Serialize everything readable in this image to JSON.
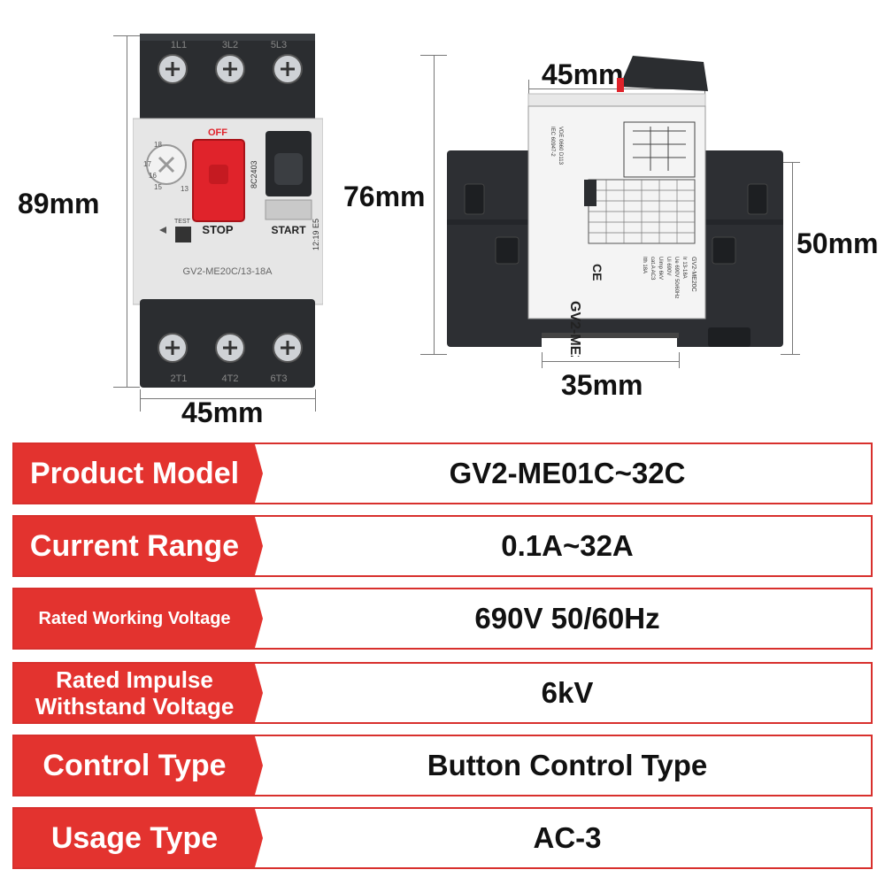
{
  "dimensions": {
    "front_height": "89mm",
    "front_width": "45mm",
    "side_top_width": "45mm",
    "side_height": "76mm",
    "side_right_height": "50mm",
    "side_rail_width": "35mm"
  },
  "front_device": {
    "terminals_top": [
      "1L1",
      "3L2",
      "5L3"
    ],
    "terminals_bottom": [
      "2T1",
      "4T2",
      "6T3"
    ],
    "off_label": "OFF",
    "stop_label": "STOP",
    "start_label": "START",
    "test_label": "TEST",
    "dial_numbers": [
      "18",
      "17",
      "16",
      "15",
      "13"
    ],
    "side_code": "8C2403",
    "date_code": "12:19 E5",
    "model_text": "GV2-ME20C/13-18A"
  },
  "side_device": {
    "model_text": "GV2-ME20C",
    "ce_mark": "CE",
    "spec_lines": [
      "GV2-ME20C",
      "Ir 13-18A",
      "Ue 690V 50/60Hz",
      "Ui 690V",
      "Uimp 6kV",
      "cat.A AC3",
      "Ith 18A"
    ],
    "standard_lines": [
      "VDE 0660 D113",
      "IEC 60947-2"
    ]
  },
  "specs": [
    {
      "label": "Product Model",
      "value": "GV2-ME01C~32C"
    },
    {
      "label": "Current Range",
      "value": "0.1A~32A"
    },
    {
      "label": "Rated Working Voltage",
      "value": "690V 50/60Hz"
    },
    {
      "label": "Rated Impulse\nWithstand Voltage",
      "value": "6kV"
    },
    {
      "label": "Control Type",
      "value": "Button Control Type"
    },
    {
      "label": "Usage Type",
      "value": "AC-3"
    }
  ],
  "colors": {
    "accent": "#e3332f",
    "stop_button": "#e0232b",
    "body_dark": "#2b2d30",
    "face_light": "#e6e6e6"
  }
}
